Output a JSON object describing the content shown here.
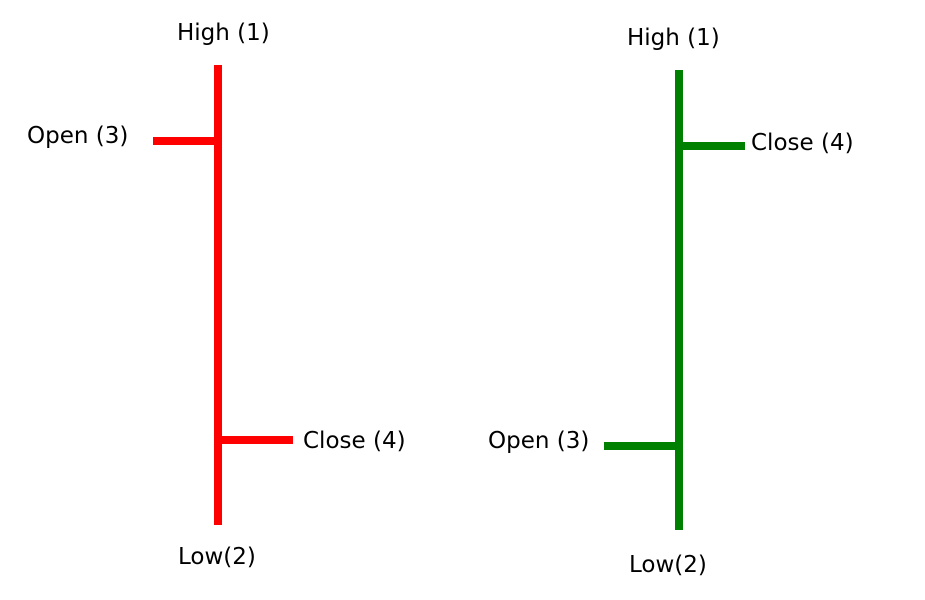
{
  "bearish": {
    "color": "#ff0000",
    "high_label": "High (1)",
    "low_label": "Low(2)",
    "open_label": "Open (3)",
    "close_label": "Close (4)"
  },
  "bullish": {
    "color": "#008000",
    "high_label": "High (1)",
    "low_label": "Low(2)",
    "open_label": "Open (3)",
    "close_label": "Close (4)"
  }
}
